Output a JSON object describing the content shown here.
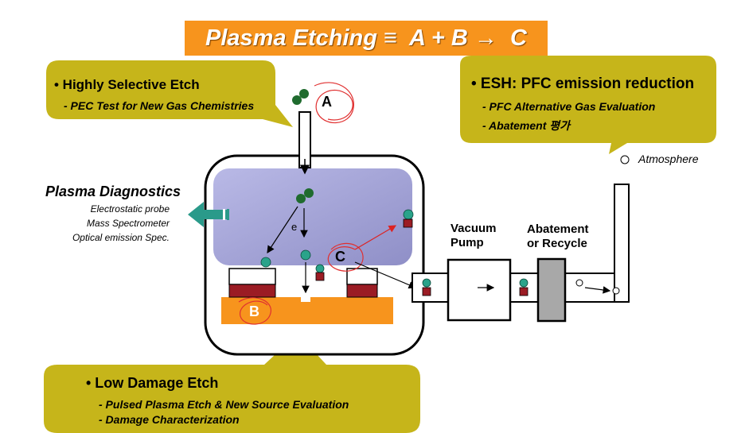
{
  "title": "Plasma Etching ≡  A + B →  C",
  "callouts": {
    "selective": {
      "heading": "• Highly Selective Etch",
      "sub": "- PEC Test for New Gas Chemistries"
    },
    "esh": {
      "heading": "• ESH: PFC emission reduction",
      "items": [
        "- PFC Alternative Gas Evaluation",
        "- Abatement 평가"
      ]
    },
    "damage": {
      "heading": "• Low Damage Etch",
      "items": [
        "- Pulsed Plasma Etch & New Source Evaluation",
        "- Damage Characterization"
      ]
    }
  },
  "diagnostics": {
    "title": "Plasma Diagnostics",
    "items": [
      "Electrostatic probe",
      "Mass Spectrometer",
      "Optical emission Spec."
    ]
  },
  "labels": {
    "a": "A",
    "b": "B",
    "c": "C",
    "electron": "e",
    "vacuum_pump": "Vacuum\nPump",
    "abatement": "Abatement\nor Recycle",
    "atmosphere": "Atmosphere"
  },
  "colors": {
    "title_bg": "#f7941d",
    "callout": "#c6b51a",
    "plasma": "#a8a8d8",
    "substrate": "#f7941d",
    "mask": "#9b1c24",
    "molecule_green": "#1f6b2e",
    "radical_teal": "#2aa38a",
    "arrow_teal": "#2a9a8a",
    "scribble_red": "#e03030"
  }
}
